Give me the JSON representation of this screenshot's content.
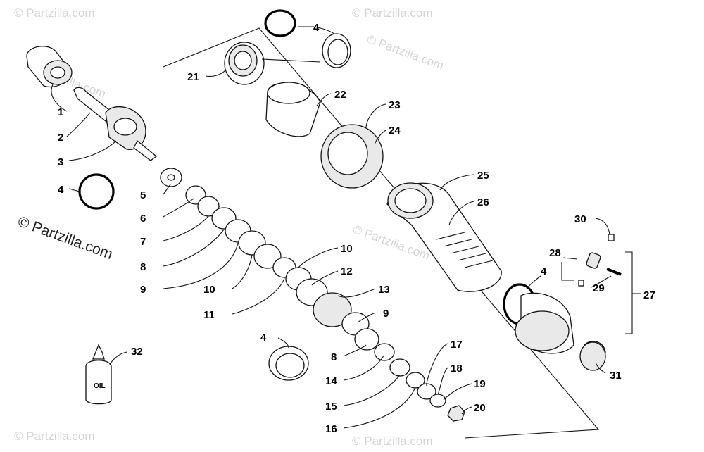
{
  "watermark": {
    "main_text": "© Partzilla.com",
    "faint_text": "© Partzilla.com"
  },
  "labels": {
    "l1": "1",
    "l2": "2",
    "l3": "3",
    "l4a": "4",
    "l4b": "4",
    "l4c": "4",
    "l4d": "4",
    "l5": "5",
    "l6": "6",
    "l7": "7",
    "l8a": "8",
    "l8b": "8",
    "l9a": "9",
    "l9b": "9",
    "l10a": "10",
    "l10b": "10",
    "l11": "11",
    "l12": "12",
    "l13": "13",
    "l14": "14",
    "l15": "15",
    "l16": "16",
    "l17": "17",
    "l18": "18",
    "l19": "19",
    "l20": "20",
    "l21": "21",
    "l22": "22",
    "l23": "23",
    "l24": "24",
    "l25": "25",
    "l26": "26",
    "l27": "27",
    "l28": "28",
    "l29": "29",
    "l30": "30",
    "l31": "31",
    "l32": "32"
  },
  "bottle_text": "OIL"
}
